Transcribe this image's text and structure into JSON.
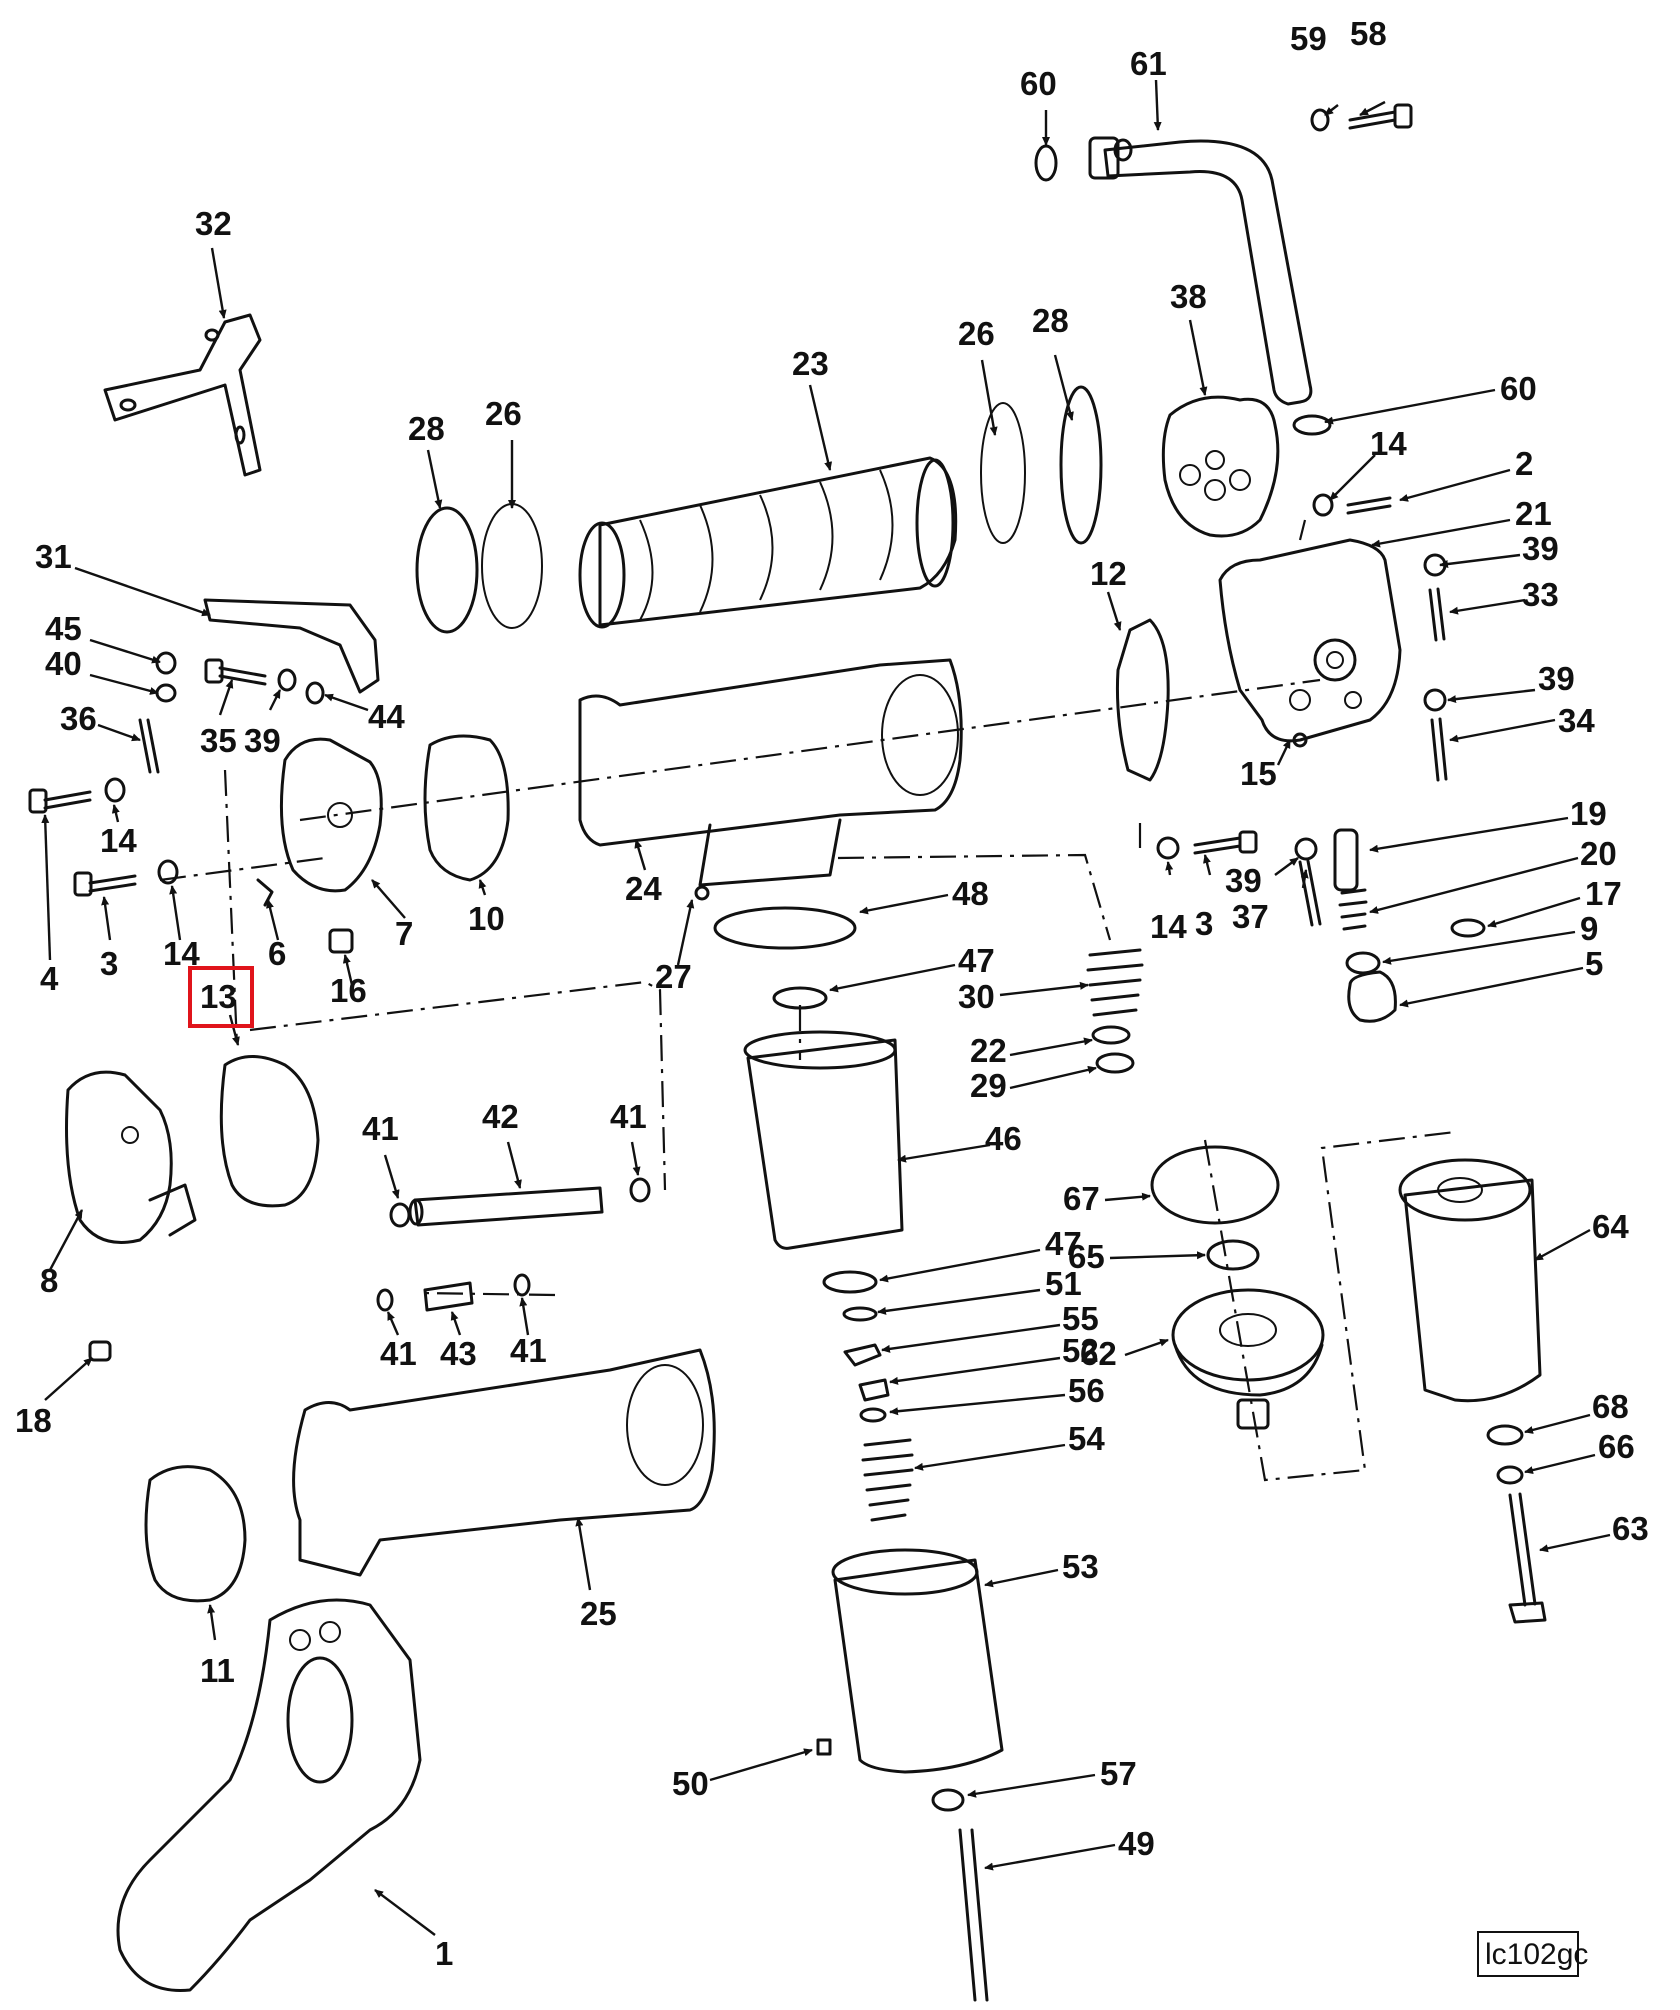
{
  "diagram": {
    "drawing_code": "lc102gc",
    "highlighted_callout": "13",
    "highlight_color": "#e0141b",
    "callouts": [
      "59",
      "58",
      "60",
      "61",
      "32",
      "38",
      "26",
      "28",
      "23",
      "60",
      "28",
      "26",
      "14",
      "2",
      "21",
      "39",
      "33",
      "31",
      "12",
      "45",
      "40",
      "35",
      "39",
      "44",
      "36",
      "39",
      "34",
      "15",
      "4",
      "14",
      "3",
      "14",
      "6",
      "7",
      "10",
      "24",
      "48",
      "19",
      "20",
      "17",
      "9",
      "5",
      "14",
      "3",
      "39",
      "37",
      "16",
      "27",
      "47",
      "30",
      "13",
      "22",
      "29",
      "41",
      "42",
      "41",
      "46",
      "8",
      "67",
      "64",
      "47",
      "65",
      "51",
      "41",
      "43",
      "41",
      "55",
      "62",
      "52",
      "56",
      "18",
      "68",
      "66",
      "54",
      "63",
      "53",
      "25",
      "11",
      "50",
      "57",
      "1",
      "49"
    ]
  }
}
